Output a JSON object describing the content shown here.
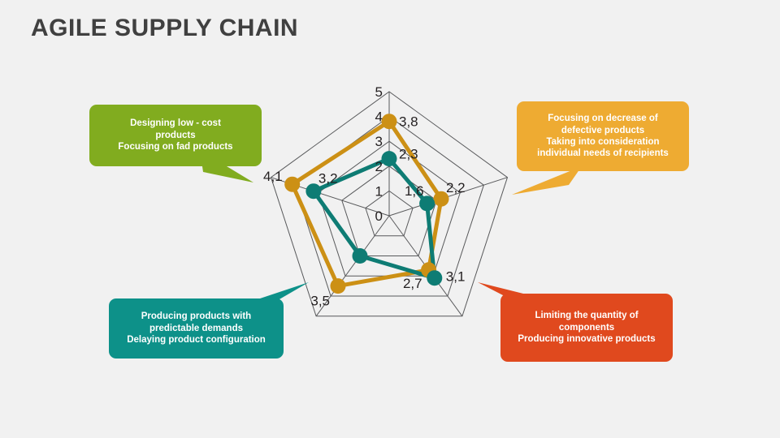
{
  "page": {
    "title": "AGILE SUPPLY CHAIN",
    "background_color": "#f1f1f1",
    "title_color": "#404040"
  },
  "colors": {
    "series_orange": "#cc9015",
    "series_teal": "#0e7c74",
    "callout_green": "#81ac1f",
    "callout_orange": "#eeab32",
    "callout_teal": "#0d9189",
    "callout_red": "#e0491e",
    "grid": "#58595b",
    "label": "#231f20"
  },
  "callouts": [
    {
      "id": "green",
      "color": "#81ac1f",
      "lines": [
        "Designing low - cost",
        "products",
        "Focusing on  fad products"
      ],
      "text": "Designing low - cost\nproducts\nFocusing on  fad products"
    },
    {
      "id": "orange",
      "color": "#eeab32",
      "lines": [
        "Focusing on decrease of",
        "defective products",
        "Taking into consideration",
        "individual needs of recipients"
      ],
      "text": "Focusing on decrease of\ndefective products\nTaking into consideration\nindividual needs of recipients"
    },
    {
      "id": "teal",
      "color": "#0d9189",
      "lines": [
        "Producing products with",
        "predictable demands",
        "Delaying product configuration"
      ],
      "text": "Producing products with\npredictable demands\nDelaying product configuration"
    },
    {
      "id": "red",
      "color": "#e0491e",
      "lines": [
        "Limiting the quantity of",
        "components",
        "Producing innovative products"
      ],
      "text": "Limiting the quantity of\ncomponents\nProducing innovative products"
    }
  ],
  "chart_data": {
    "type": "radar",
    "title": "AGILE SUPPLY CHAIN",
    "categories": [
      "Top",
      "Upper right",
      "Lower right",
      "Lower left",
      "Upper left"
    ],
    "axis_ticks": [
      "0",
      "1",
      "2",
      "3",
      "4",
      "5"
    ],
    "rlim": [
      0,
      5
    ],
    "grid": true,
    "legend": "none",
    "series": [
      {
        "name": "Orange series",
        "color": "#cc9015",
        "values": [
          3.8,
          2.2,
          2.7,
          3.5,
          4.1
        ],
        "labels": [
          "3,8",
          "2,2",
          "2,7",
          "3,5",
          "4,1"
        ]
      },
      {
        "name": "Teal series",
        "color": "#0e7c74",
        "values": [
          2.3,
          1.6,
          3.1,
          2.0,
          3.2
        ],
        "labels": [
          "2,3",
          "1,6",
          "3,1",
          "",
          "3,2"
        ]
      }
    ]
  }
}
